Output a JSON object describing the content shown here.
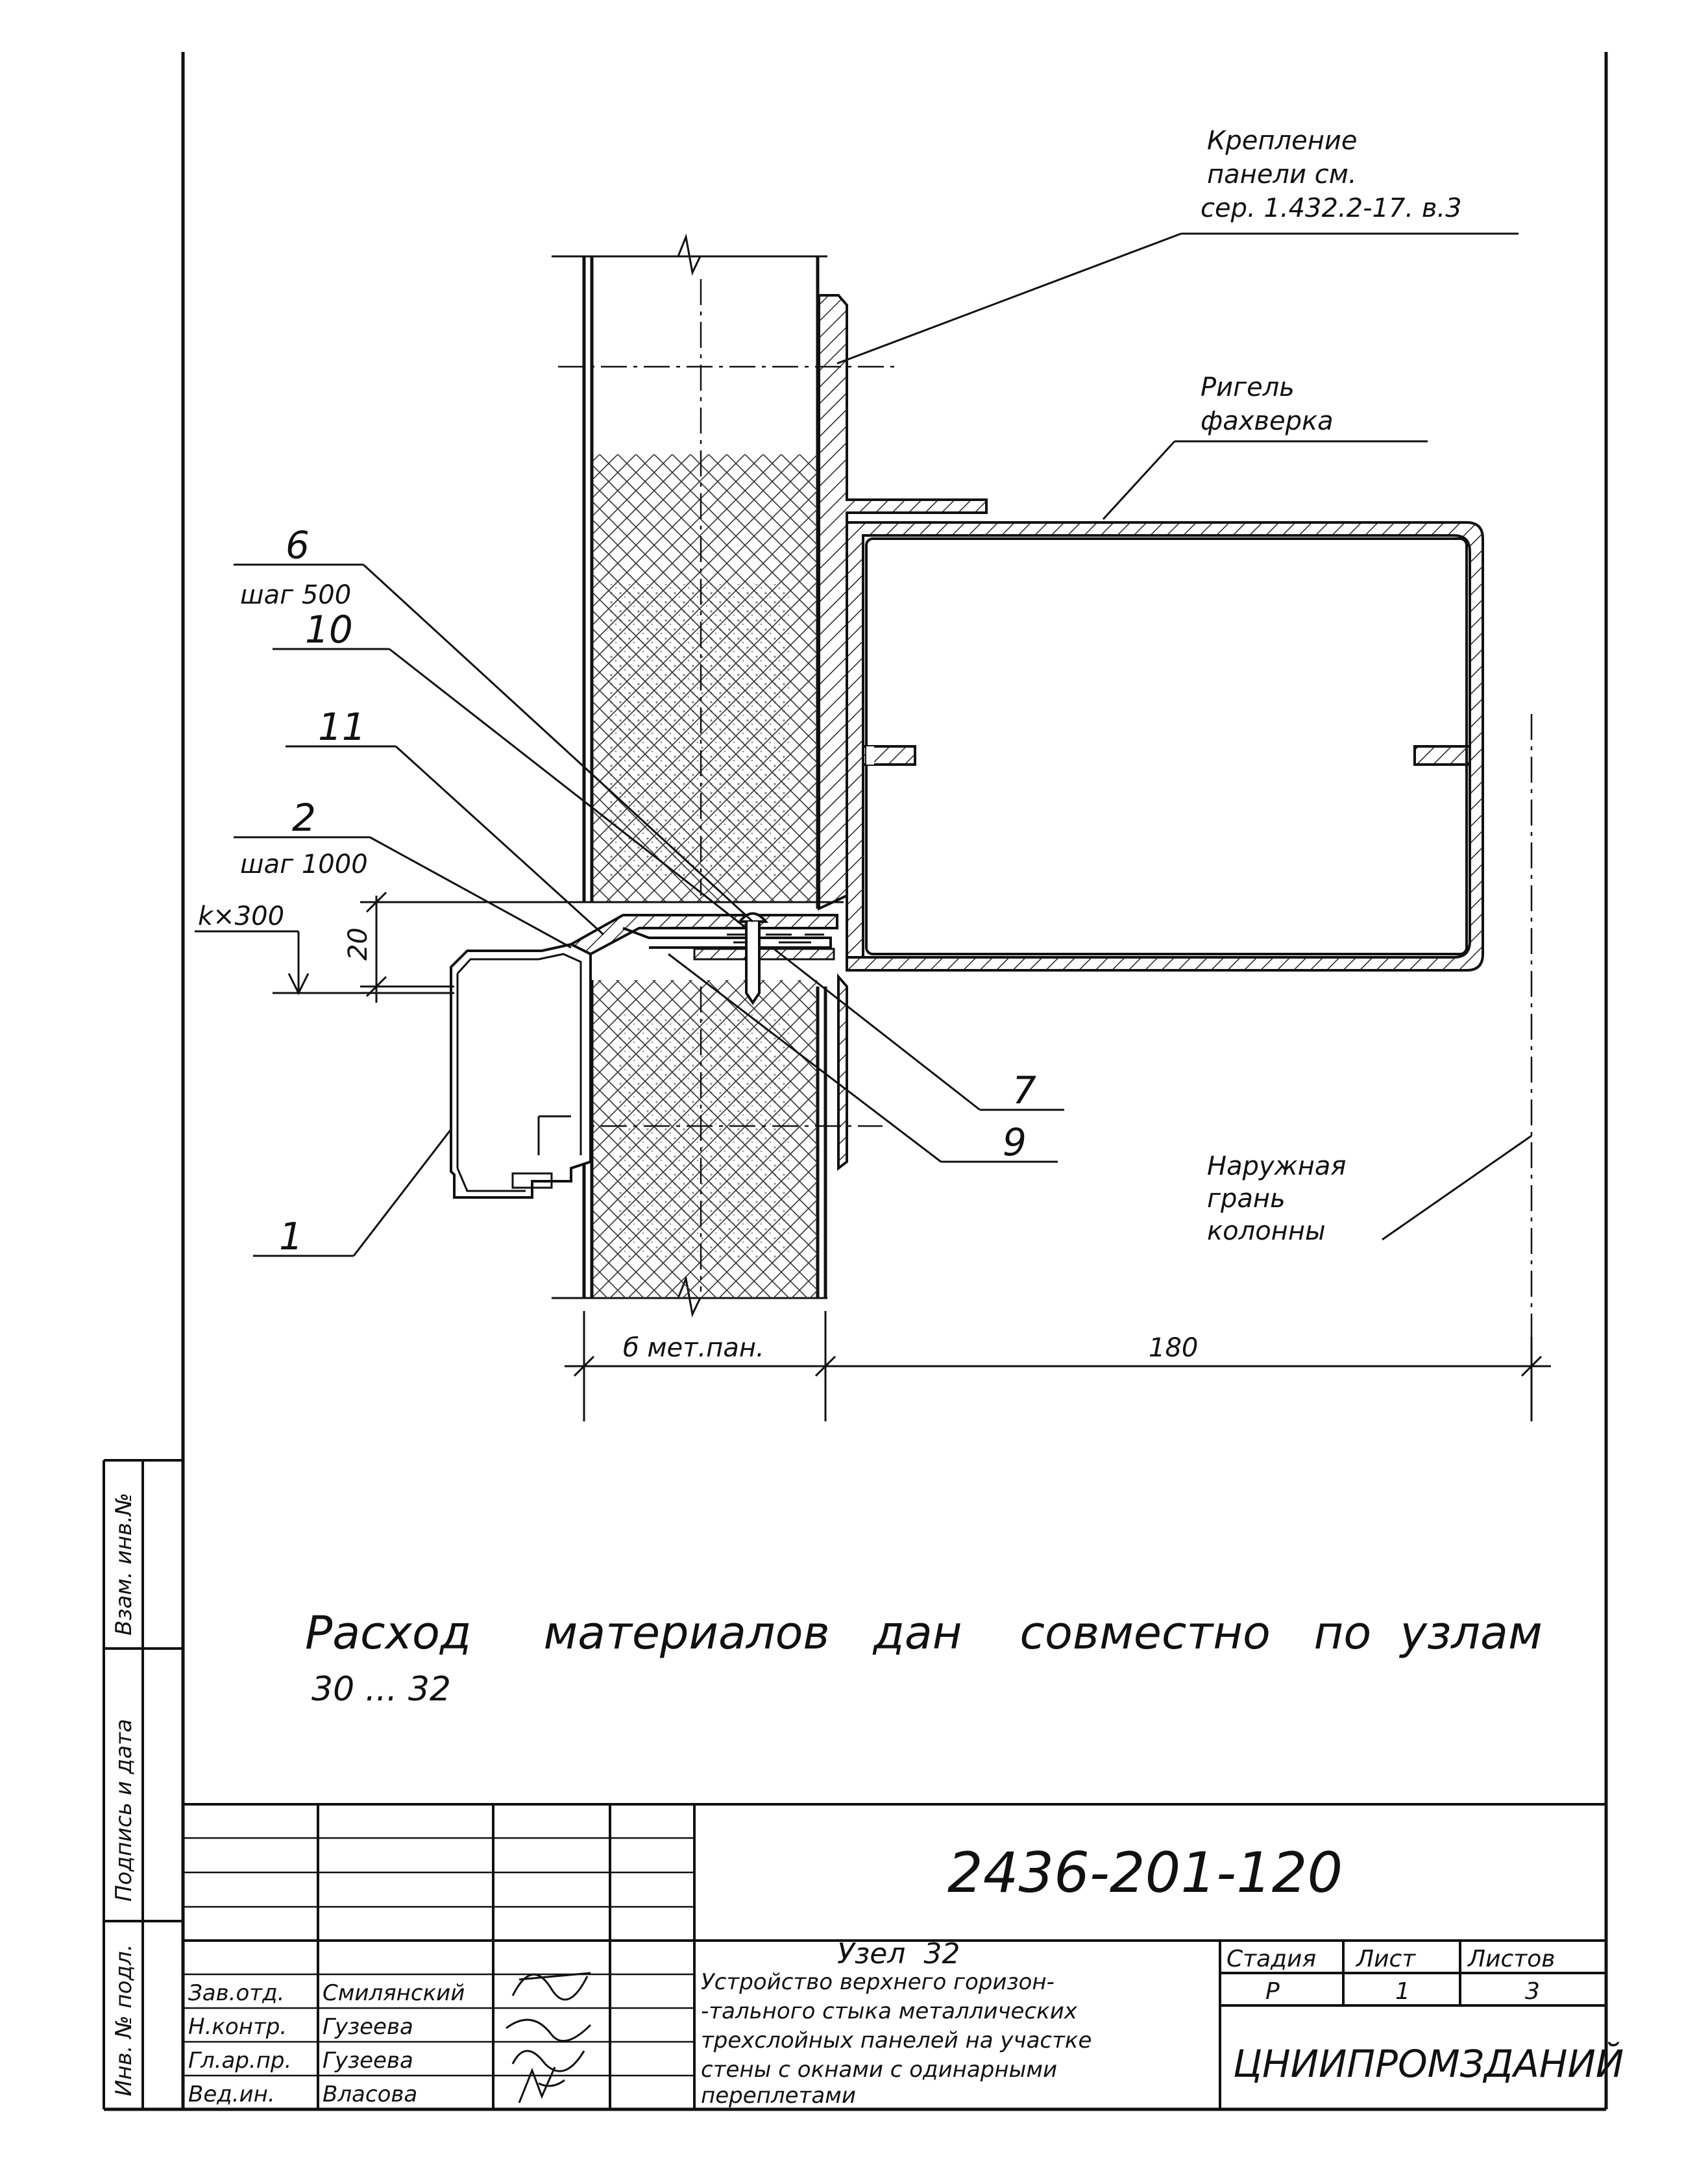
{
  "callouts": {
    "fastening": [
      "Крепление",
      "панели см.",
      "сер. 1.432.2-17. в.3"
    ],
    "rigel": [
      "Ригель",
      "фахверка"
    ],
    "outer_face": [
      "Наружная",
      "грань",
      "колонны"
    ]
  },
  "parts": {
    "p6": "6",
    "p6_step": "шаг 500",
    "p10": "10",
    "p11": "11",
    "p2": "2",
    "p2_step": "шаг 1000",
    "p7": "7",
    "p9": "9",
    "p1": "1",
    "k300": "k×300"
  },
  "dimensions": {
    "d20": "20",
    "panel": "б мет.пан.",
    "d180": "180"
  },
  "note": {
    "line1": "Расход     материалов   дан    совместно   по  узлам",
    "line2": "30 ... 32"
  },
  "side_stamp": {
    "inv_orig": "Инв. № подл.",
    "sign_date": "Подпись и дата",
    "replace_inv": "Взам. инв.№"
  },
  "title_block": {
    "doc_code": "2436-201-120",
    "node": "Узел  32",
    "desc": [
      "Устройство  верхнего горизон-",
      "-тального стыка металлических",
      "трехслойных панелей на участке",
      "стены с окнами с одинарными",
      "переплетами"
    ],
    "headers": {
      "stage": "Стадия",
      "sheet": "Лист",
      "sheets": "Листов"
    },
    "values": {
      "stage": "Р",
      "sheet": "1",
      "sheets": "3"
    },
    "org": "ЦНИИПРОМЗДАНИЙ",
    "staff": [
      {
        "role": "Зав.отд.",
        "name": "Смилянский"
      },
      {
        "role": "Н.контр.",
        "name": "Гузеева"
      },
      {
        "role": "Гл.ар.пр.",
        "name": "Гузеева"
      },
      {
        "role": "Вед.ин.",
        "name": "Власова"
      }
    ]
  }
}
